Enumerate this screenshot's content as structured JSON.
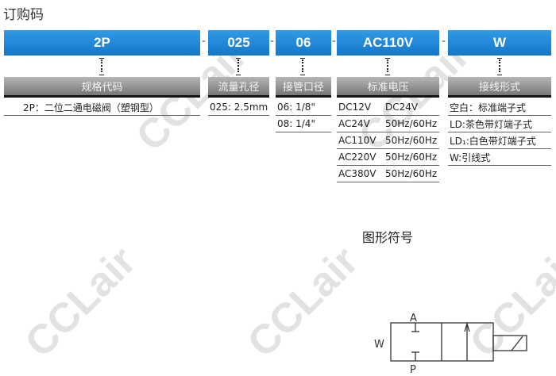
{
  "title": "订购码",
  "dash": "-",
  "codes": [
    "2P",
    "025",
    "06",
    "AC110V",
    "W"
  ],
  "headers": [
    "规格代码",
    "流量孔径",
    "接管口径",
    "标准电压",
    "接线形式"
  ],
  "spec_rows": [
    "2P：二位二通电磁阀（塑钢型）"
  ],
  "orifice_rows": [
    "025: 2.5mm"
  ],
  "port_rows": [
    "06: 1/8\"",
    "08: 1/4\""
  ],
  "voltage_rows": [
    [
      "DC12V",
      "DC24V"
    ],
    [
      "AC24V",
      "50Hz/60Hz"
    ],
    [
      "AC110V",
      "50Hz/60Hz"
    ],
    [
      "AC220V",
      "50Hz/60Hz"
    ],
    [
      "AC380V",
      "50Hz/60Hz"
    ]
  ],
  "wiring_rows": [
    "空白：标准端子式",
    "LD:茶色带灯端子式",
    "LD₁:白色带灯端子式",
    "W:引线式"
  ],
  "symbol": {
    "title": "图形符号",
    "label_a": "A",
    "label_p": "P",
    "label_w": "W"
  },
  "watermark": "CCLair",
  "colors": {
    "code_blue": "#1e88dc",
    "header_gray": "#999999"
  }
}
